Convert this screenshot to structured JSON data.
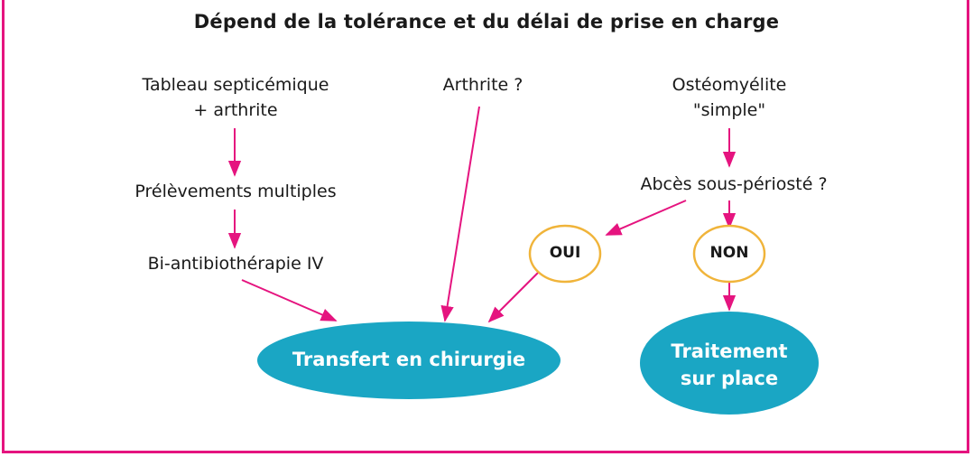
{
  "title": "Dépend de la tolérance et du délai de prise en charge",
  "nodes": {
    "septic": {
      "line1": "Tableau septicémique",
      "line2": "+ arthrite"
    },
    "arthrite": "Arthrite ?",
    "osteo": {
      "line1": "Ostéomyélite",
      "line2": "\"simple\""
    },
    "prelevements": "Prélèvements multiples",
    "abces": "Abcès sous-périosté ?",
    "biantibio": "Bi-antibiothérapie IV",
    "oui": "OUI",
    "non": "NON",
    "transfert": "Transfert en chirurgie",
    "traitement": {
      "line1": "Traitement",
      "line2": "sur place"
    }
  },
  "colors": {
    "border": "#e5147f",
    "arrow": "#e5147f",
    "oval_fill": "#1aa6c4",
    "circle_stroke": "#f0b43a"
  }
}
